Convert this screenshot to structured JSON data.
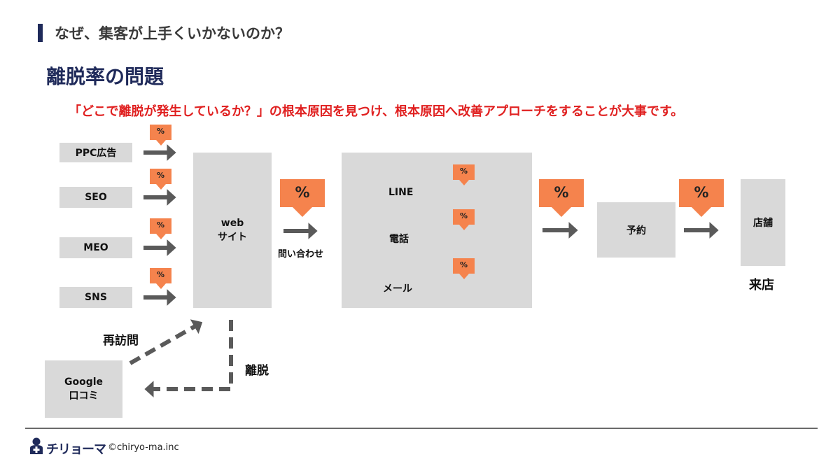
{
  "header": {
    "section_title": "なぜ、集客が上手くいかないのか？"
  },
  "page": {
    "title": "離脱率の問題",
    "lead": "「どこで離脱が発生しているか？」の根本原因を見つけ、根本原因へ改善アプローチをすることが大事です。"
  },
  "diagram": {
    "sources": [
      "PPC広告",
      "SEO",
      "MEO",
      "SNS"
    ],
    "website": {
      "line1": "web",
      "line2": "サイト"
    },
    "inquiry_label": "問い合わせ",
    "channels": [
      "LINE",
      "電話",
      "メール"
    ],
    "reservation": "予約",
    "store": "店舗",
    "visit_label": "来店",
    "revisit_label": "再訪問",
    "churn_label": "離脱",
    "google": {
      "line1": "Google",
      "line2": "口コミ"
    },
    "percent_symbol": "%",
    "colors": {
      "accent": "#f5834d",
      "box": "#d9d9d9",
      "arrow": "#5a5a5a",
      "title": "#1f2a5a",
      "lead": "#e02020"
    }
  },
  "footer": {
    "brand": "チリョーマ",
    "copyright": "©chiryo-ma.inc"
  }
}
